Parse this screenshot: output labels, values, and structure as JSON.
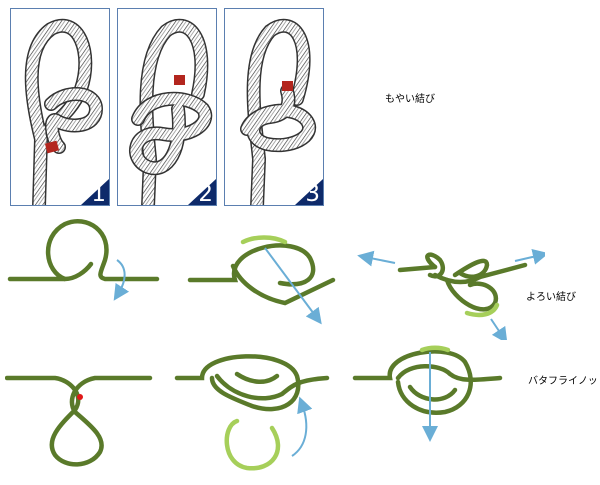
{
  "steps": [
    {
      "number": "1"
    },
    {
      "number": "2"
    },
    {
      "number": "3"
    }
  ],
  "labels": {
    "moyai": "もやい結び",
    "yoroi": "よろい結び",
    "butterfly": "バタフライノット"
  },
  "colors": {
    "rope_dark": "#5a7a2a",
    "rope_light": "#a6cf5a",
    "arrow": "#6aaed6",
    "panel_border": "#5b7fb0",
    "number_bg": "#0e2a6a",
    "end_marker": "#b3261e",
    "dot": "#e01818"
  }
}
